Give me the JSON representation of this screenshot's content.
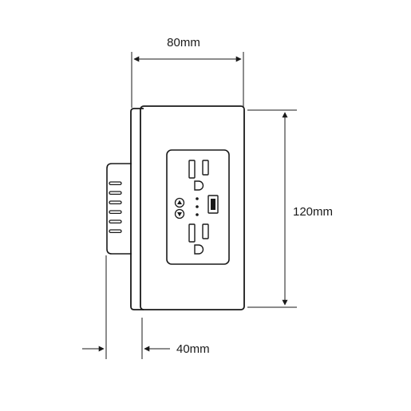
{
  "dimensions": {
    "width_label": "80mm",
    "height_label": "120mm",
    "depth_label": "40mm"
  },
  "colors": {
    "line": "#1a1a1a",
    "background": "#ffffff"
  },
  "icons": {
    "up_button": "triangle-up-icon",
    "down_button": "triangle-down-icon",
    "usb_port": "usb-port-icon"
  }
}
